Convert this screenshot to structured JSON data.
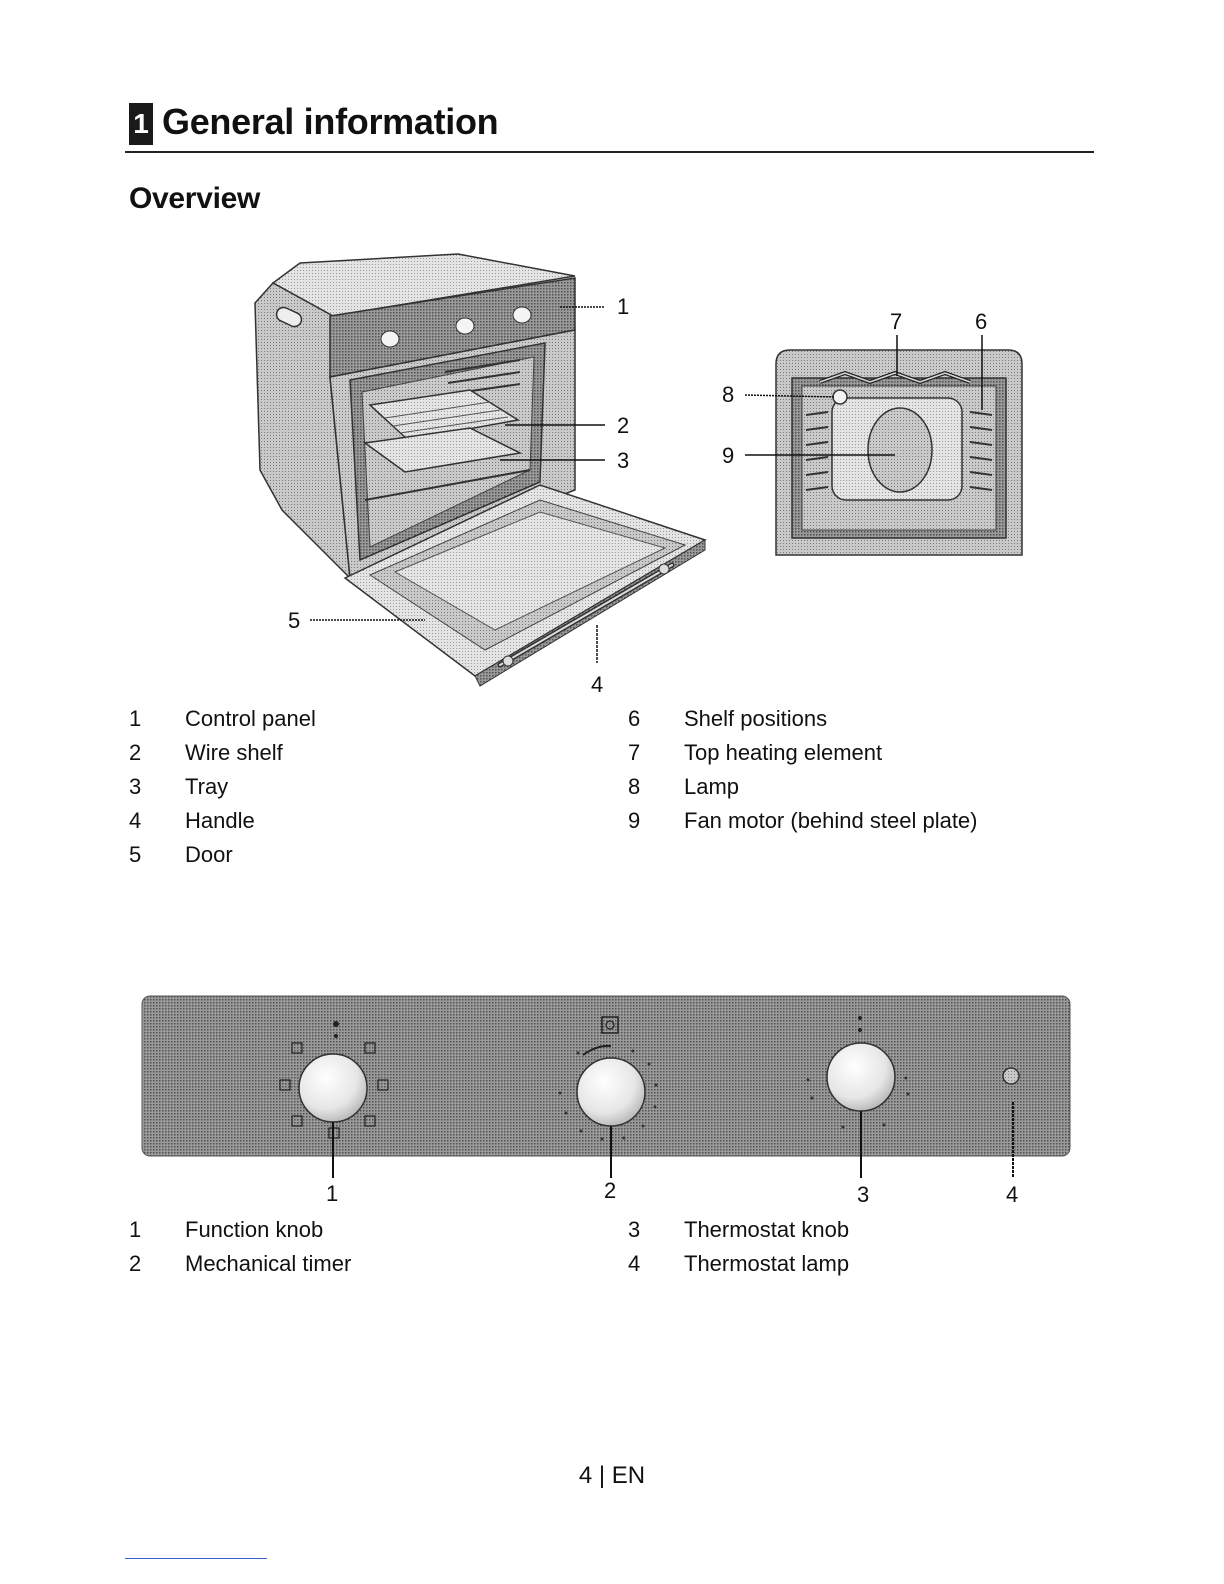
{
  "chapter": {
    "number": "1",
    "title": "General information"
  },
  "section": {
    "title": "Overview"
  },
  "oven_figure": {
    "callouts": [
      "1",
      "2",
      "3",
      "4",
      "5"
    ],
    "interior_callouts": [
      "7",
      "6",
      "8",
      "9"
    ]
  },
  "oven_legend": {
    "left": [
      {
        "num": "1",
        "label": "Control panel"
      },
      {
        "num": "2",
        "label": "Wire shelf"
      },
      {
        "num": "3",
        "label": "Tray"
      },
      {
        "num": "4",
        "label": "Handle"
      },
      {
        "num": "5",
        "label": "Door"
      }
    ],
    "right": [
      {
        "num": "6",
        "label": "Shelf positions"
      },
      {
        "num": "7",
        "label": "Top heating element"
      },
      {
        "num": "8",
        "label": "Lamp"
      },
      {
        "num": "9",
        "label": "Fan motor (behind steel plate)"
      }
    ]
  },
  "panel_figure": {
    "callouts": [
      "1",
      "2",
      "3",
      "4"
    ]
  },
  "panel_legend": {
    "left": [
      {
        "num": "1",
        "label": "Function knob"
      },
      {
        "num": "2",
        "label": "Mechanical timer"
      }
    ],
    "right": [
      {
        "num": "3",
        "label": "Thermostat knob"
      },
      {
        "num": "4",
        "label": "Thermostat lamp"
      }
    ]
  },
  "footer": {
    "page": "4 | EN"
  }
}
